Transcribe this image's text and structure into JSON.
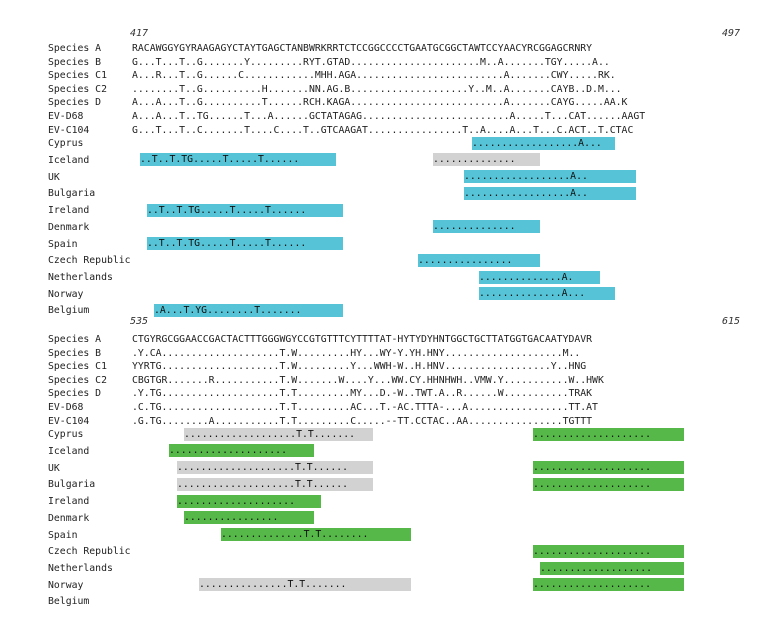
{
  "colors": {
    "cyan": "#56c4d6",
    "gray": "#d2d2d2",
    "green": "#55b848",
    "red": "#d0232a",
    "purple": "#6a5acd"
  },
  "block1": {
    "start": "417",
    "end": "497",
    "rows": [
      {
        "label": "Species A",
        "seq": "RACAWGGYGYRAAGAGYCTAYTGAGCTANBWRKRRTCTCCGGCCCCTGAATGCGGCTAWTCCYAACYRCGGAGCRNRY"
      },
      {
        "label": "Species B",
        "seq": "G...T...T..G.......Y.........RYT.GTAD......................M..A.......TGY.....A.."
      },
      {
        "label": "Species C1",
        "seq": "A...R...T..G......C............MHH.AGA.........................A.......CWY.....RK."
      },
      {
        "label": "Species C2",
        "seq": "........T..G..........H.......NN.AG.B....................Y..M..A.......CAYB..D.M..."
      },
      {
        "label": "Species D",
        "seq": "A...A...T..G..........T......RCH.KAGA..........................A.......CAYG.....AA.K"
      },
      {
        "label": "EV-D68",
        "seq": "A...A...T..TG......T...A......GCTATAGAG.........................A.....T...CAT......AAGT"
      },
      {
        "label": "EV-C104",
        "seq": "G...T...T..C.......T....C....T..GTCAAGAT................T..A....A...T...C.ACT..T.CTAC"
      }
    ],
    "countries": [
      "Cyprus",
      "Iceland",
      "UK",
      "Bulgaria",
      "Ireland",
      "Denmark",
      "Spain",
      "Czech Republic",
      "Netherlands",
      "Norway",
      "Belgium"
    ],
    "bars": [
      {
        "row": 0,
        "color": "cyan",
        "text": "..................A..."
      },
      {
        "row": 1,
        "color": "cyan",
        "text": "..T..T.TG.....T.....T......"
      },
      {
        "row": 1,
        "color": "gray",
        "text": ".............."
      },
      {
        "row": 2,
        "color": "cyan",
        "text": "..................A.."
      },
      {
        "row": 3,
        "color": "cyan",
        "text": "..................A.."
      },
      {
        "row": 4,
        "color": "cyan",
        "text": "..T..T.TG.....T.....T......"
      },
      {
        "row": 5,
        "color": "cyan",
        "text": ".............."
      },
      {
        "row": 6,
        "color": "cyan",
        "text": "..T..T.TG.....T.....T......"
      },
      {
        "row": 7,
        "color": "cyan",
        "text": "................"
      },
      {
        "row": 8,
        "color": "cyan",
        "text": "..............A."
      },
      {
        "row": 9,
        "color": "cyan",
        "text": "..............A..."
      },
      {
        "row": 10,
        "color": "cyan",
        "text": ".A...T.YG........T......."
      }
    ]
  },
  "block2": {
    "start": "535",
    "end": "615",
    "rows": [
      {
        "label": "Species A",
        "seq": "CTGYRGCGGAACCGACTACTTTGGGWGYCCGTGTTTCYTTTTAT-HYTYDYHNTGGCTGCTTATGGTGACAATYDAVR"
      },
      {
        "label": "Species B",
        "seq": ".Y.CA....................T.W.........HY...WY-Y.YH.HNY....................M.."
      },
      {
        "label": "Species C1",
        "seq": "YYRTG....................T.W.........Y...WWH-W..H.HNV..................Y..HNG"
      },
      {
        "label": "Species C2",
        "seq": "CBGTGR.......R...........T.W.......W....Y...WW.CY.HHNHWH..VMW.Y...........W..HWK"
      },
      {
        "label": "Species D",
        "seq": ".Y.TG....................T.T.........MY...D.-W..TWT.A..R......W...........TRAK"
      },
      {
        "label": "EV-D68",
        "seq": ".C.TG....................T.T.........AC...T.-AC.TTTA-...A.................TT.AT"
      },
      {
        "label": "EV-C104",
        "seq": ".G.TG........A...........T.T.........C.....--TT.CCTAC..AA................TGTTT"
      }
    ],
    "countries": [
      "Cyprus",
      "Iceland",
      "UK",
      "Bulgaria",
      "Ireland",
      "Denmark",
      "Spain",
      "Czech Republic",
      "Netherlands",
      "Norway",
      "Belgium"
    ],
    "bars": [
      {
        "row": 0,
        "color": "gray",
        "text": "...................T.T......."
      },
      {
        "row": 0,
        "color": "green",
        "text": "...................."
      },
      {
        "row": 1,
        "color": "green",
        "text": "...................."
      },
      {
        "row": 2,
        "color": "gray",
        "text": "....................T.T......"
      },
      {
        "row": 2,
        "color": "green",
        "text": "...................."
      },
      {
        "row": 3,
        "color": "gray",
        "text": "....................T.T......"
      },
      {
        "row": 3,
        "color": "green",
        "text": "...................."
      },
      {
        "row": 4,
        "color": "green",
        "text": "...................."
      },
      {
        "row": 5,
        "color": "green",
        "text": "................"
      },
      {
        "row": 6,
        "color": "green",
        "text": "..............T.T........"
      },
      {
        "row": 7,
        "color": "green",
        "text": "...................."
      },
      {
        "row": 8,
        "color": "green",
        "text": "..................."
      },
      {
        "row": 9,
        "color": "gray",
        "text": "...............T.T......."
      },
      {
        "row": 9,
        "color": "green",
        "text": "...................."
      }
    ]
  }
}
